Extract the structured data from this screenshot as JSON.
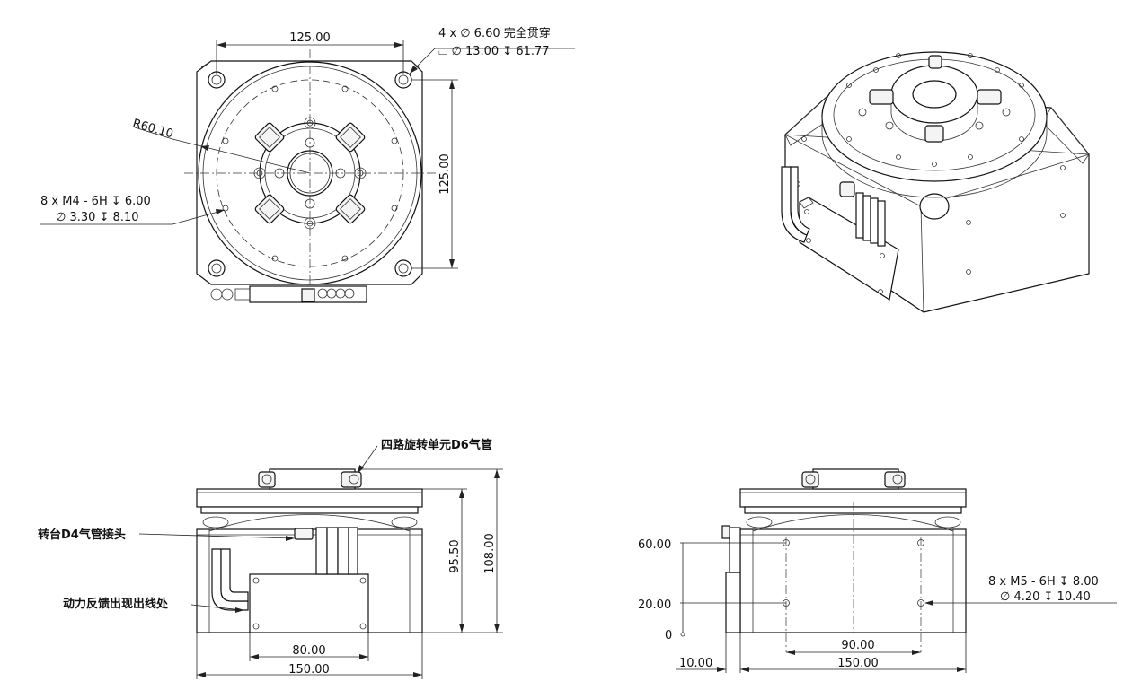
{
  "top_view": {
    "dim_width": "125.00",
    "dim_height": "125.00",
    "radius": "R60.10",
    "hole_note_line1": "4 x ∅ 6.60 完全贯穿",
    "hole_note_line2": "⌴ ∅ 13.00 ↧ 61.77",
    "thread_note_line1": "8 x  M4 - 6H ↧ 6.00",
    "thread_note_line2": "∅ 3.30 ↧ 8.10"
  },
  "front_view": {
    "label_air_pipe": "四路旋转单元D6气管",
    "label_connector": "转台D4气管接头",
    "label_cable": "动力反馈出现出线处",
    "dim_height_body": "95.50",
    "dim_height_total": "108.00",
    "dim_box_width": "80.00",
    "dim_width": "150.00"
  },
  "side_view": {
    "ord_60": "60.00",
    "ord_20": "20.00",
    "ord_0": "0",
    "thread_note_line1": "8 x  M5 - 6H ↧ 8.00",
    "thread_note_line2": "∅ 4.20 ↧ 10.40",
    "dim_hole_spacing": "90.00",
    "dim_offset": "10.00",
    "dim_width": "150.00"
  }
}
